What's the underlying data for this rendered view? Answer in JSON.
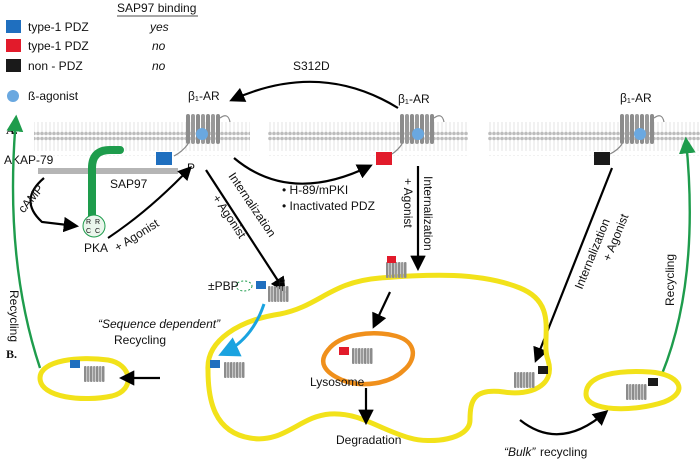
{
  "legend": {
    "header": "SAP97 binding",
    "rows": [
      {
        "label": "type-1 PDZ",
        "binding": "yes",
        "color": "#1f6fbf"
      },
      {
        "label": "type-1 PDZ",
        "binding": "no",
        "color": "#e21b2b"
      },
      {
        "label": "non - PDZ",
        "binding": "no",
        "color": "#1a1a1a"
      }
    ],
    "agonist_label": "ß-agonist"
  },
  "panel_labels": {
    "a": "A.",
    "b": "B."
  },
  "receptor_label": "β₁-AR",
  "labels": {
    "s312d": "S312D",
    "akap": "AKAP-79",
    "sap97": "SAP97",
    "camp": "cAMP",
    "pka": "PKA",
    "agonist_left": "+ Agonist",
    "p": "P",
    "internalization_left": "Internalization",
    "agonist_left2": "+ Agonist",
    "h89": "• H-89/mPKI",
    "inactivated": "• Inactivated PDZ",
    "internalization_mid": "Internalization",
    "agonist_mid": "+ Agonist",
    "internalization_right": "Internalization",
    "agonist_right": "+ Agonist",
    "recycling_left": "Recycling",
    "recycling_right": "Recycling",
    "pbp": "±PBP",
    "seq_dep": "“Sequence dependent”",
    "recycling_mid": "Recycling",
    "lysosome": "Lysosome",
    "degradation": "Degradation",
    "bulk": "“Bulk”",
    "bulk_recycling": "recycling",
    "pka_r1": "R",
    "pka_r2": "R",
    "pka_c1": "C",
    "pka_c2": "C"
  },
  "colors": {
    "membrane": "#c8c8c8",
    "endosome": "#f2e21a",
    "lysosome": "#f0901c",
    "akap_green": "#1e9c4c",
    "cyan_arrow": "#1aa3e0",
    "agonist_blue": "#6aa8e0"
  }
}
